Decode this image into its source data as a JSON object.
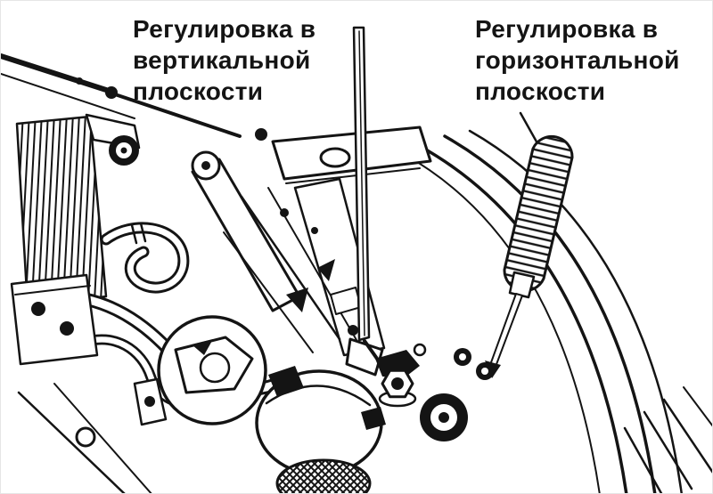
{
  "figure": {
    "type": "technical-line-illustration",
    "background_color": "#ffffff",
    "ink_color": "#141414"
  },
  "labels": {
    "vertical": {
      "line1": "Регулировка в",
      "line2": "вертикальной",
      "line3": "плоскости"
    },
    "horizontal": {
      "line1": "Регулировка в",
      "line2": "горизонтальной",
      "line3": "плоскости"
    }
  },
  "illustration": {
    "parts": [
      "radiator",
      "coolant-hoses",
      "vertical-adjuster-rod",
      "screwdriver",
      "adjustment-screws",
      "fender-arch",
      "reservoir-cap"
    ]
  }
}
